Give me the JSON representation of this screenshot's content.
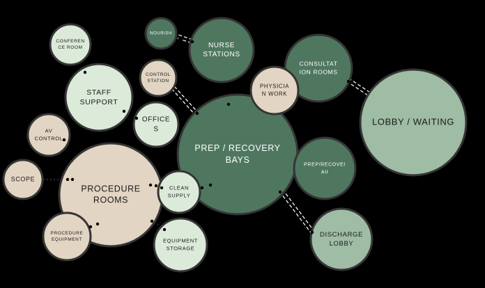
{
  "colors": {
    "background": "#000000",
    "dark_green": "#4f7760",
    "sage_green": "#9fbca5",
    "mint": "#dbead9",
    "beige": "#e3d5c3",
    "ring": "#353535",
    "text_light": "#ffffff",
    "text_dark": "#1a1a1a"
  },
  "nodes": {
    "nourish": [
      "NOURISH"
    ],
    "nurse_stations": [
      "NURSE",
      "STATIONS"
    ],
    "conference_room": [
      "CONFEREN",
      "CE ROOM"
    ],
    "control_station": [
      "CONTROL",
      "STATION"
    ],
    "consultation_rooms": [
      "CONSULTAT",
      "ION ROOMS"
    ],
    "physician_work": [
      "PHYSICIA",
      "N WORK"
    ],
    "staff_support": [
      "STAFF",
      "SUPPORT"
    ],
    "offices": [
      "OFFICE",
      "S"
    ],
    "lobby_waiting": [
      "LOBBY / WAITING"
    ],
    "av_control": [
      "AV",
      "CONTROL"
    ],
    "prep_recovery_bays": [
      "PREP / RECOVERY",
      "BAYS"
    ],
    "prep_recovery_small": [
      "PREP/RECOVEI",
      "AII"
    ],
    "scope": [
      "SCOPE"
    ],
    "procedure_rooms": [
      "PROCEDURE",
      "ROOMS"
    ],
    "clean_supply": [
      "CLEAN",
      "SUPPLY"
    ],
    "procedure_equipment": [
      "PROCEDURE",
      "EQUIPMENT"
    ],
    "equipment_storage": [
      "EQUIPMENT",
      "STORAGE"
    ],
    "discharge_lobby": [
      "DISCHARGE",
      "LOBBY"
    ]
  }
}
